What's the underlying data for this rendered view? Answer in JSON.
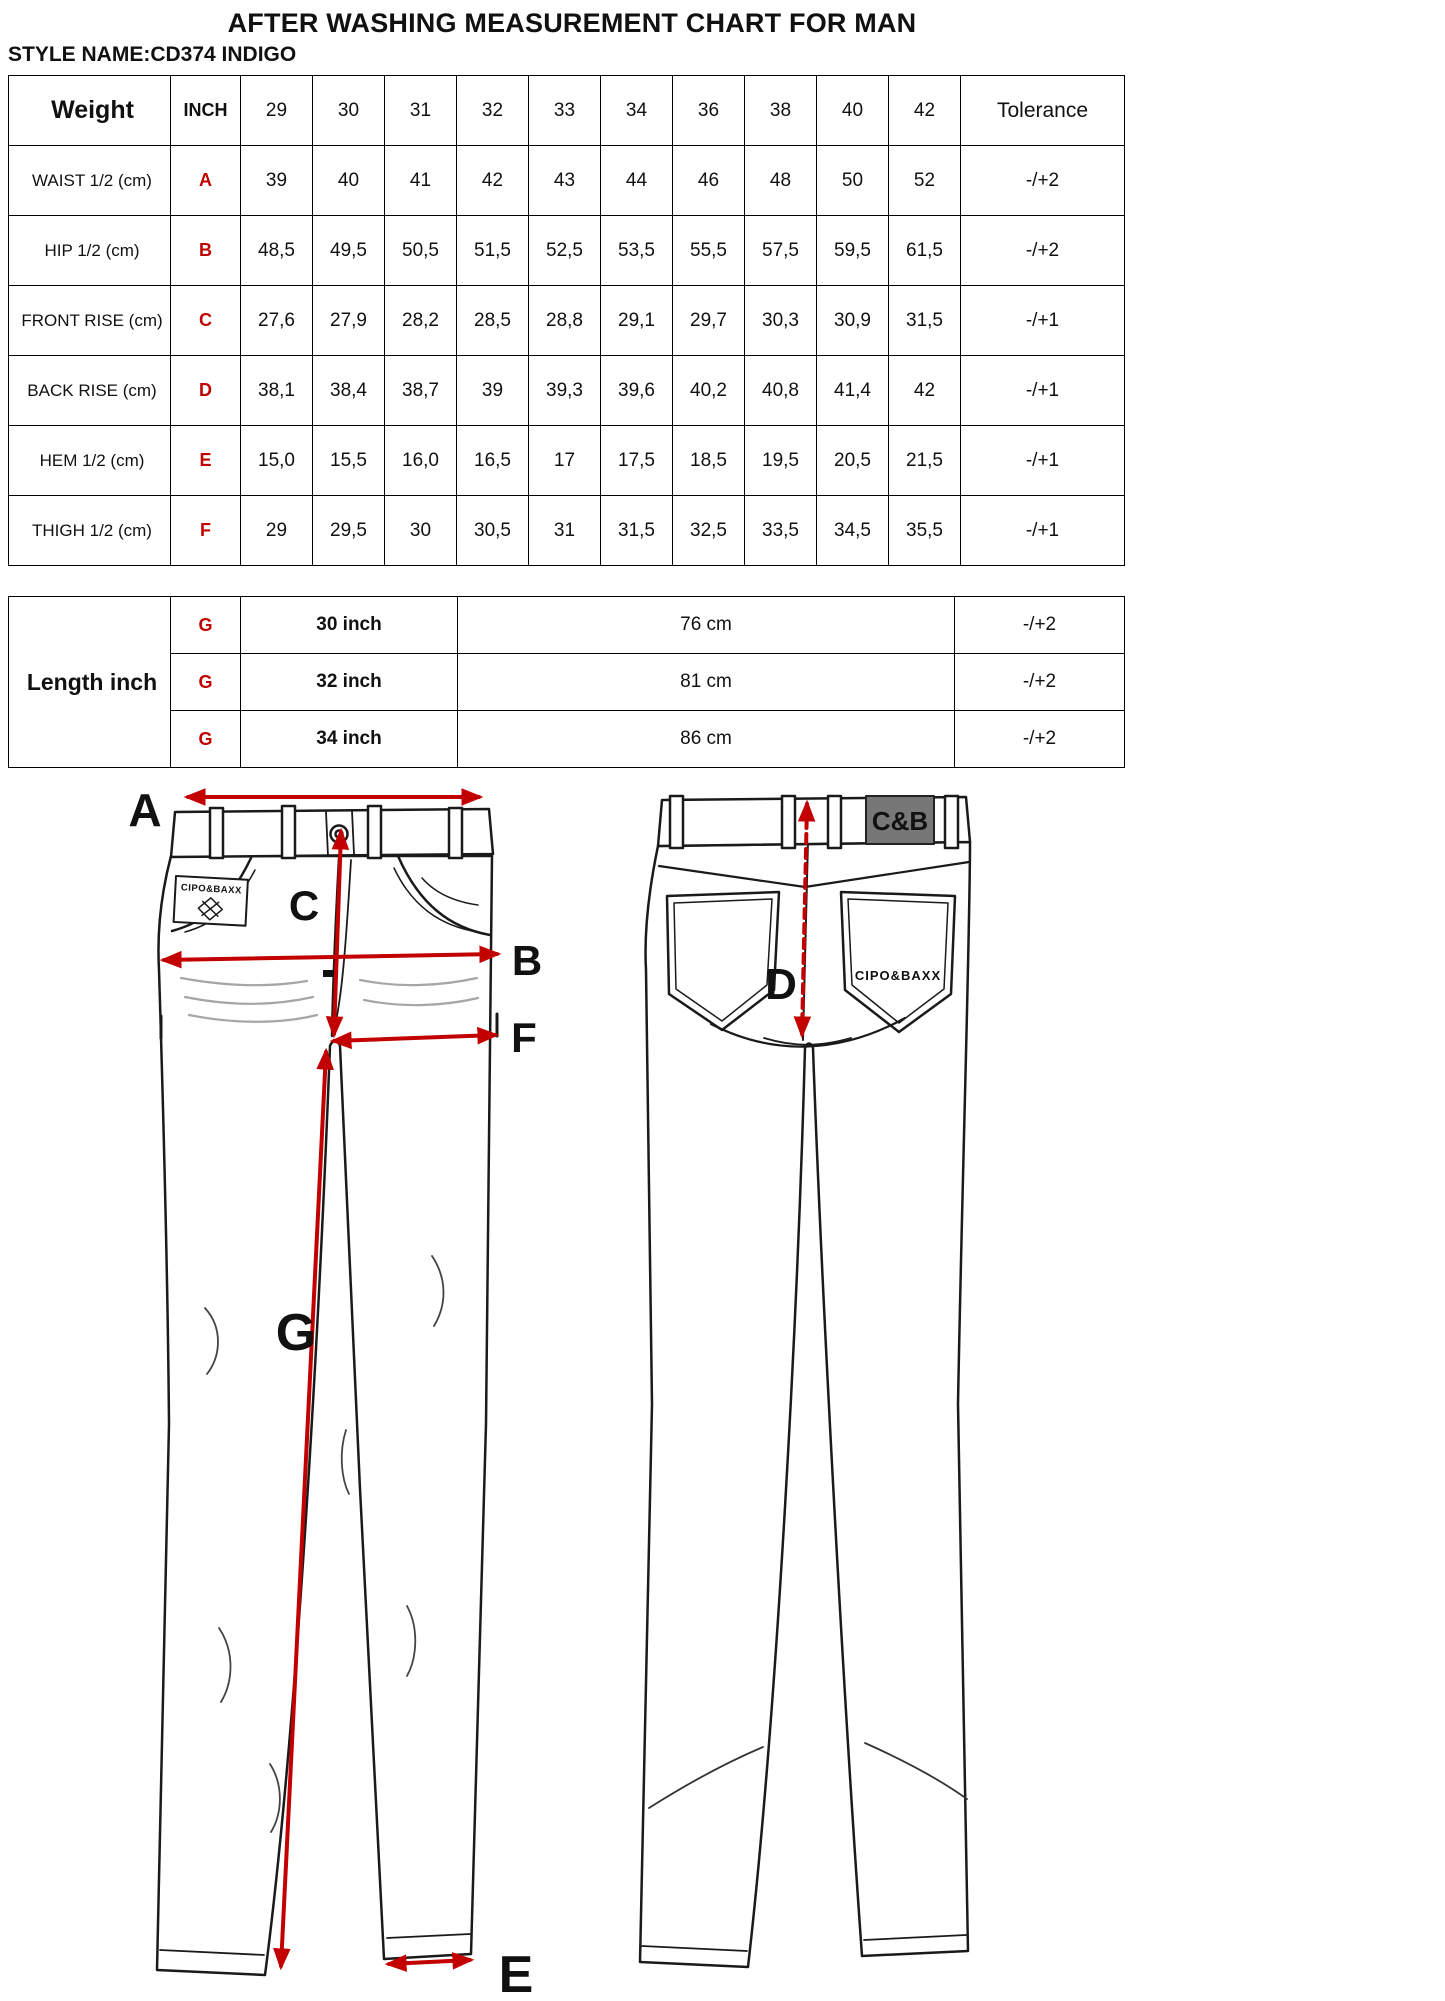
{
  "page": {
    "title": "AFTER WASHING MEASUREMENT CHART FOR MAN",
    "style_name": "STYLE NAME:CD374 INDIGO"
  },
  "measurement_table": {
    "col_weight": "Weight",
    "col_inch": "INCH",
    "sizes": [
      "29",
      "30",
      "31",
      "32",
      "33",
      "34",
      "36",
      "38",
      "40",
      "42"
    ],
    "col_tolerance": "Tolerance",
    "rows": [
      {
        "label": "WAIST 1/2 (cm)",
        "letter": "A",
        "values": [
          "39",
          "40",
          "41",
          "42",
          "43",
          "44",
          "46",
          "48",
          "50",
          "52"
        ],
        "tolerance": "-/+2"
      },
      {
        "label": "HIP 1/2 (cm)",
        "letter": "B",
        "values": [
          "48,5",
          "49,5",
          "50,5",
          "51,5",
          "52,5",
          "53,5",
          "55,5",
          "57,5",
          "59,5",
          "61,5"
        ],
        "tolerance": "-/+2"
      },
      {
        "label": "FRONT RISE (cm)",
        "letter": "C",
        "values": [
          "27,6",
          "27,9",
          "28,2",
          "28,5",
          "28,8",
          "29,1",
          "29,7",
          "30,3",
          "30,9",
          "31,5"
        ],
        "tolerance": "-/+1"
      },
      {
        "label": "BACK RISE (cm)",
        "letter": "D",
        "values": [
          "38,1",
          "38,4",
          "38,7",
          "39",
          "39,3",
          "39,6",
          "40,2",
          "40,8",
          "41,4",
          "42"
        ],
        "tolerance": "-/+1"
      },
      {
        "label": "HEM 1/2 (cm)",
        "letter": "E",
        "values": [
          "15,0",
          "15,5",
          "16,0",
          "16,5",
          "17",
          "17,5",
          "18,5",
          "19,5",
          "20,5",
          "21,5"
        ],
        "tolerance": "-/+1"
      },
      {
        "label": "THIGH 1/2 (cm)",
        "letter": "F",
        "values": [
          "29",
          "29,5",
          "30",
          "30,5",
          "31",
          "31,5",
          "32,5",
          "33,5",
          "34,5",
          "35,5"
        ],
        "tolerance": "-/+1"
      }
    ]
  },
  "length_table": {
    "label": "Length inch",
    "rows": [
      {
        "letter": "G",
        "inch": "30 inch",
        "cm": "76 cm",
        "tolerance": "-/+2"
      },
      {
        "letter": "G",
        "inch": "32 inch",
        "cm": "81 cm",
        "tolerance": "-/+2"
      },
      {
        "letter": "G",
        "inch": "34 inch",
        "cm": "86 cm",
        "tolerance": "-/+2"
      }
    ]
  },
  "diagram": {
    "arrow_color": "#c20000",
    "letter_color": "#111111",
    "front": {
      "label_a": "A",
      "label_b": "B",
      "label_c": "C",
      "label_e": "E",
      "label_f": "F",
      "label_g": "G",
      "patch_text": "CIPO&BAXX"
    },
    "back": {
      "label_d": "D",
      "patch_text": "C&B",
      "pocket_text": "CIPO&BAXX"
    }
  }
}
